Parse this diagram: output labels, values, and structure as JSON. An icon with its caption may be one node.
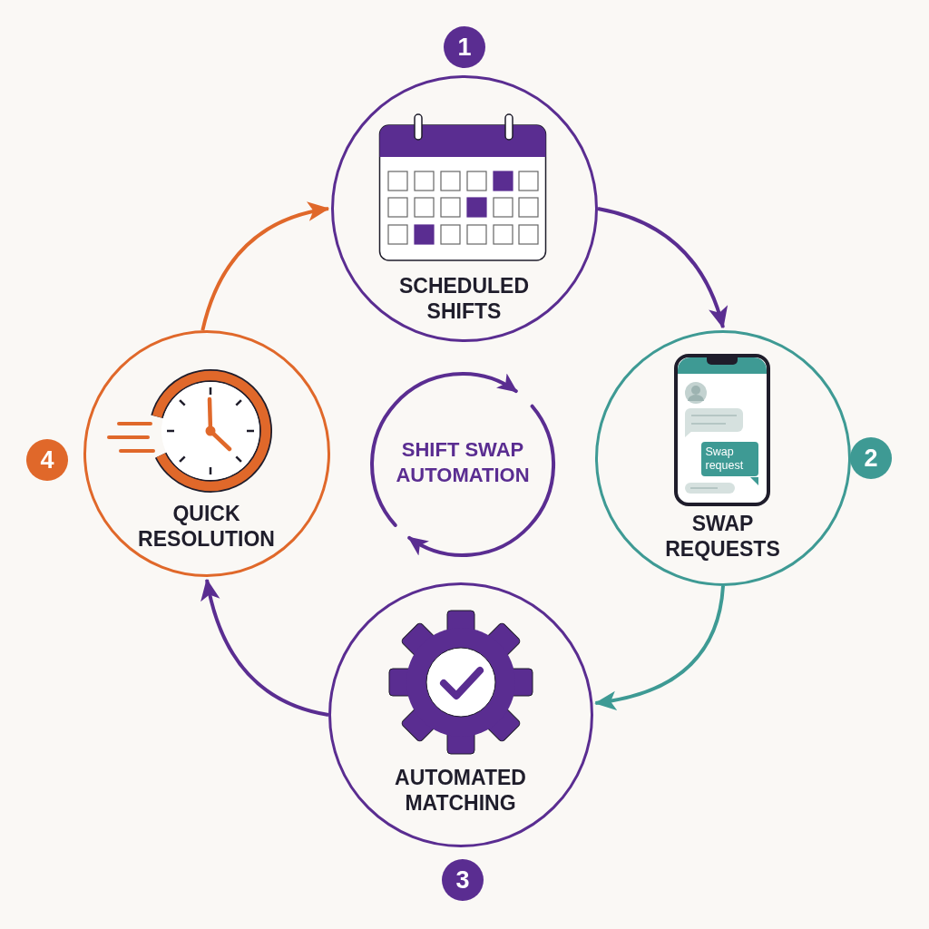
{
  "diagram": {
    "nodes": [
      {
        "text": [
          "SCHEDULED SHIFTS"
        ],
        "beside": [
          "1"
        ]
      },
      {
        "text": [
          "Swap request",
          "SWAP REQUESTS"
        ],
        "beside": [
          "2"
        ]
      },
      {
        "text": [
          "AUTOMATED MATCHING"
        ],
        "beside": [
          "3"
        ]
      },
      {
        "text": [
          "QUICK RESOLUTION"
        ],
        "beside": [
          "4"
        ]
      },
      {
        "text": [
          "SHIFT SWAP AUTOMATION"
        ]
      }
    ],
    "edges": [
      {
        "from": 0,
        "to": 1,
        "arrow": "to"
      },
      {
        "from": 1,
        "to": 2,
        "arrow": "to",
        "color": "#3e9a94"
      },
      {
        "from": 2,
        "to": 3,
        "arrow": "to"
      },
      {
        "from": 3,
        "to": 0,
        "arrow": "to",
        "color": "#e0682a"
      }
    ]
  }
}
